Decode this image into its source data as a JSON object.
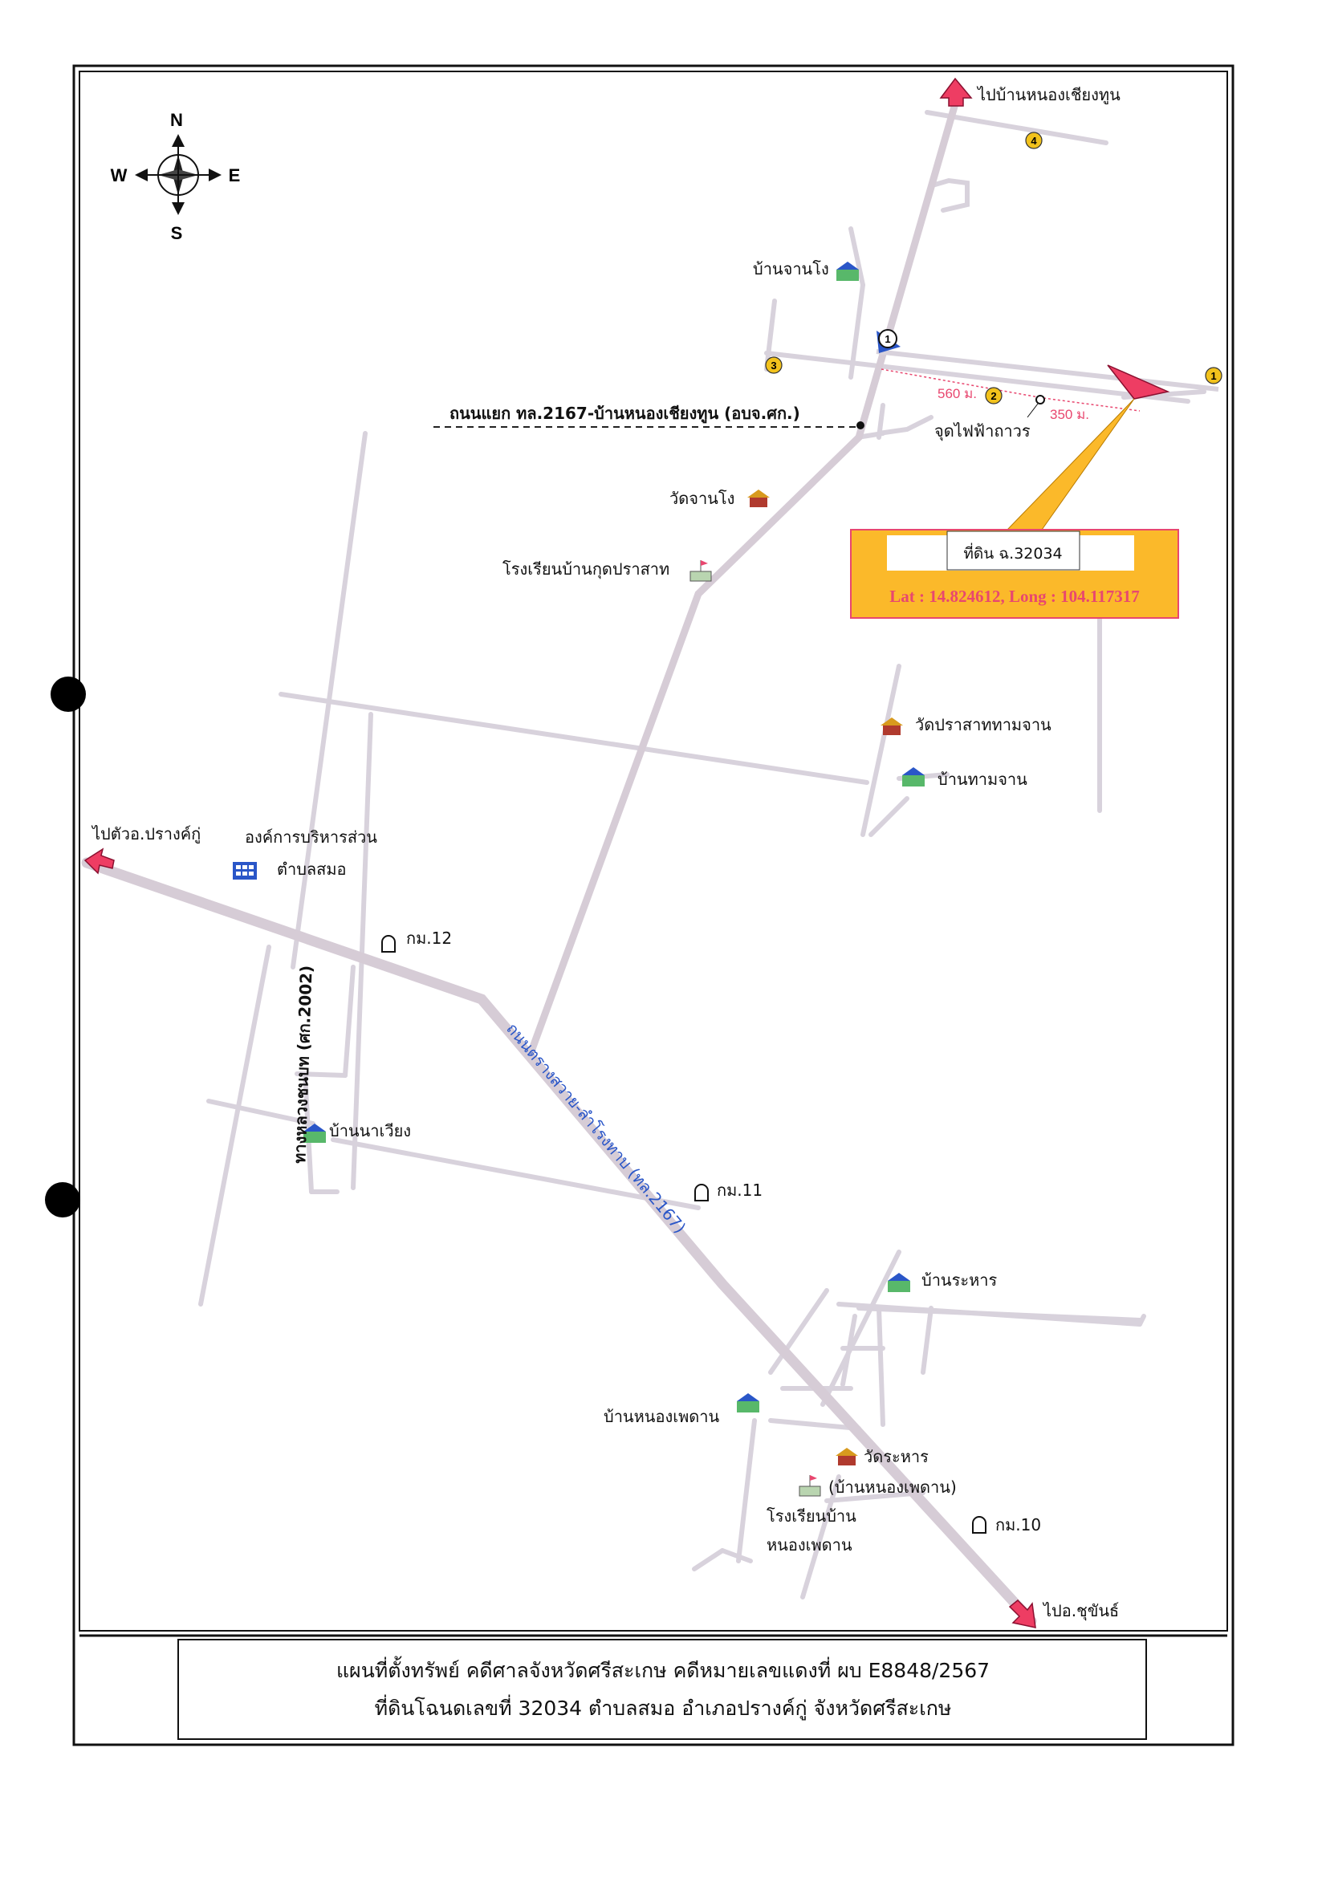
{
  "compass": {
    "n": "N",
    "s": "S",
    "e": "E",
    "w": "W"
  },
  "places": {
    "to_nong_chiang_thun": "ไปบ้านหนองเชียงทูน",
    "ban_chan_ngo": "บ้านจานโง",
    "junction_road": "ถนนแยก ทล.2167-บ้านหนองเชียงทูน (อบจ.ศก.)",
    "wat_chan_ngo": "วัดจานโง",
    "school_kut_prasat": "โรงเรียนบ้านกุดปราสาท",
    "power_pole": "จุดไฟฟ้าถาวร",
    "wat_prasat_tham_chan": "วัดปราสาททามจาน",
    "ban_tham_chan": "บ้านทามจาน",
    "to_prang_ku": "ไปตัวอ.ปรางค์กู่",
    "sao_line1": "องค์การบริหารส่วน",
    "sao_line2": "ตำบลสมอ",
    "km12": "กม.12",
    "km11": "กม.11",
    "km10": "กม.10",
    "rural_road": "ทางหลวงชนบท (ศก.2002)",
    "highway": "ถนนตรางสวาย-ลำโรงทาบ (ทล.2167)",
    "ban_na_wiang": "บ้านนาเวียง",
    "ban_rahan": "บ้านระหาร",
    "ban_nong_phe_dan": "บ้านหนองเพดาน",
    "wat_rahan": "วัดระหาร",
    "wat_rahan_sub": "(บ้านหนองเพดาน)",
    "school_nong_line1": "โรงเรียนบ้าน",
    "school_nong_line2": "หนองเพดาน",
    "to_chumphon": "ไปอ.ชุขันธ์"
  },
  "distances": {
    "d1": "560 ม.",
    "d2": "350 ม."
  },
  "markers": {
    "m1": "1",
    "m2": "2",
    "m3": "3",
    "m4": "4",
    "flag": "1"
  },
  "land": {
    "title": "ที่ดิน ฉ.32034",
    "coords": "Lat : 14.824612,  Long :  104.117317",
    "latitude": 14.824612,
    "longitude": 104.117317
  },
  "footer": {
    "line1": "แผนที่ตั้งทรัพย์ คดีศาลจังหวัดศรีสะเกษ คดีหมายเลขแดงที่ ผบ E8848/2567",
    "line2": "ที่ดินโฉนดเลขที่ 32034 ตำบลสมอ อำเภอปรางค์กู่ จังหวัดศรีสะเกษ"
  },
  "colors": {
    "road": "#d8d2dc",
    "highway": "#d6ccd6",
    "arrow": "#ee3d63",
    "callout": "#fbb92a",
    "label_blue": "#2a56c8",
    "distance_pink": "#e8476f",
    "marker_yellow": "#f2c21c"
  }
}
